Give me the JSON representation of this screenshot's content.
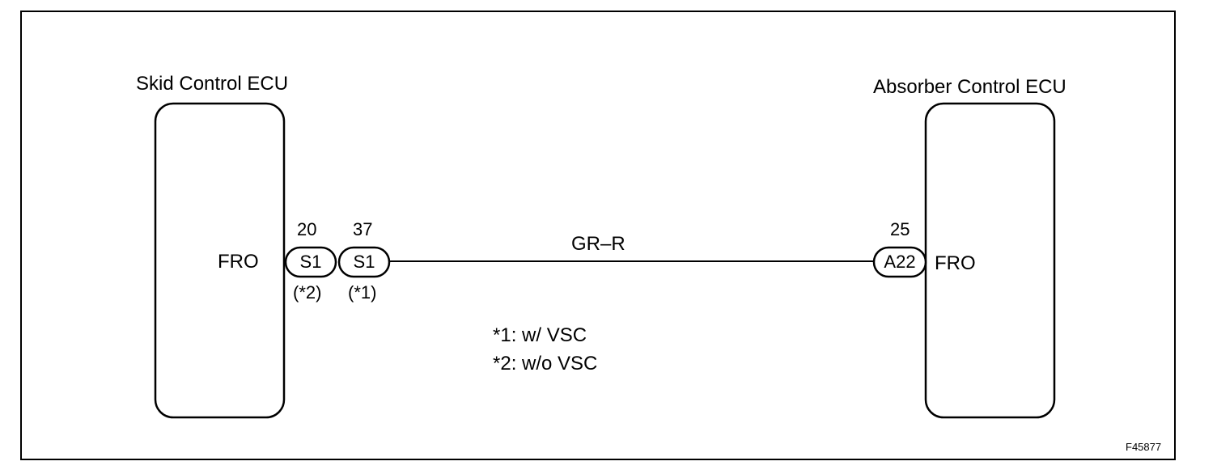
{
  "diagram": {
    "left_ecu": {
      "title": "Skid Control ECU",
      "terminal": "FRO"
    },
    "right_ecu": {
      "title": "Absorber Control ECU",
      "terminal": "FRO"
    },
    "connectors": {
      "s1_a": {
        "code": "S1",
        "pin": "20",
        "variant": "(*2)"
      },
      "s1_b": {
        "code": "S1",
        "pin": "37",
        "variant": "(*1)"
      },
      "a22": {
        "code": "A22",
        "pin": "25"
      }
    },
    "wire": {
      "color_code": "GR–R"
    },
    "notes": [
      "*1: w/ VSC",
      "*2: w/o VSC"
    ],
    "figure_id": "F45877"
  }
}
